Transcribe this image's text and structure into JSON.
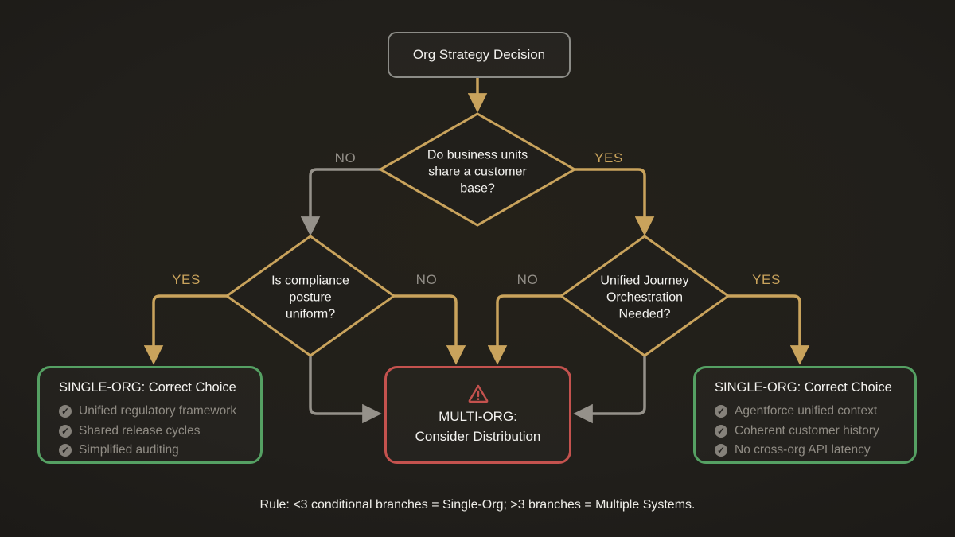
{
  "colors": {
    "accent_gold": "#C9A35C",
    "line_gray": "#95918A",
    "success_green": "#55A063",
    "danger_red": "#C4524E",
    "background": "#211F1B"
  },
  "start": {
    "label": "Org Strategy Decision"
  },
  "decisions": {
    "share_customers": {
      "question": "Do business units share a customer base?",
      "no_label": "NO",
      "yes_label": "YES"
    },
    "compliance": {
      "question": "Is compliance posture uniform?",
      "yes_label": "YES",
      "no_label": "NO"
    },
    "journey": {
      "question": "Unified Journey Orchestration Needed?",
      "no_label": "NO",
      "yes_label": "YES"
    }
  },
  "outcomes": {
    "left": {
      "title": "SINGLE-ORG: Correct Choice",
      "items": [
        "Unified regulatory framework",
        "Shared release cycles",
        "Simplified auditing"
      ]
    },
    "center": {
      "line1": "MULTI-ORG:",
      "line2": "Consider Distribution"
    },
    "right": {
      "title": "SINGLE-ORG: Correct Choice",
      "items": [
        "Agentforce unified context",
        "Coherent customer history",
        "No cross-org API latency"
      ]
    }
  },
  "icons": {
    "check_glyph": "✓"
  },
  "footer": {
    "rule_text": "Rule: <3 conditional branches = Single-Org; >3 branches = Multiple Systems."
  }
}
